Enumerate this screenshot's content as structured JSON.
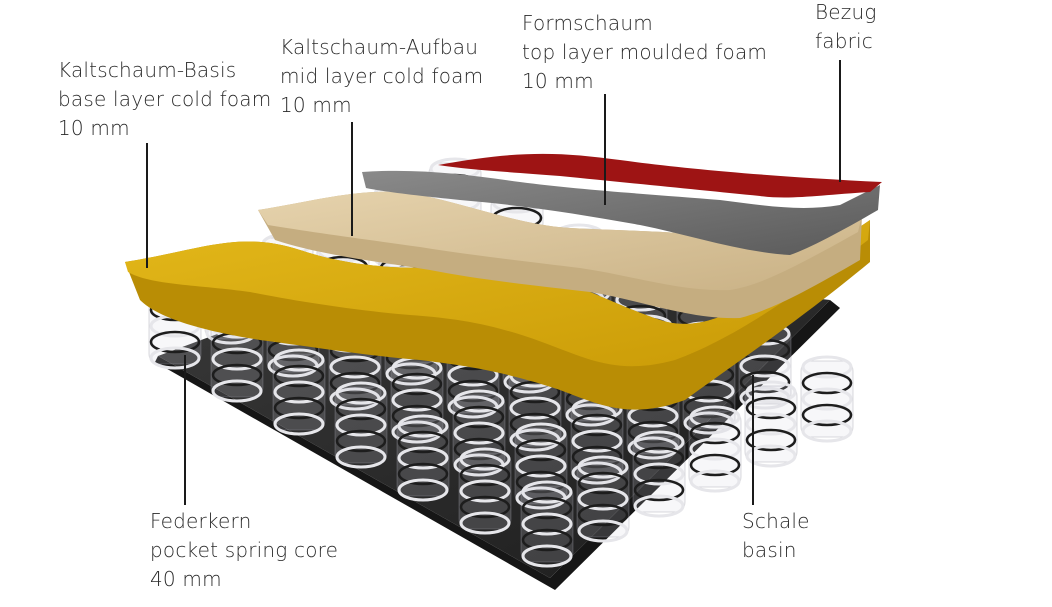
{
  "labels": {
    "kaltschaum_basis": {
      "line1": "Kaltschaum-Basis",
      "line2": "base layer cold foam",
      "line3": "10 mm"
    },
    "kaltschaum_aufbau": {
      "line1": "Kaltschaum-Aufbau",
      "line2": "mid layer cold foam",
      "line3": "10 mm"
    },
    "formschaum": {
      "line1": "Formschaum",
      "line2": "top layer moulded foam",
      "line3": "10 mm"
    },
    "bezug": {
      "line1": "Bezug",
      "line2": "fabric"
    },
    "federkern": {
      "line1": "Federkern",
      "line2": "pocket spring core",
      "line3": "40 mm"
    },
    "schale": {
      "line1": "Schale",
      "line2": "basin"
    }
  },
  "colors": {
    "fabric": "#9e1414",
    "moulded_foam": "#6f6f6f",
    "mid_foam": "#d9c39a",
    "base_foam": "#d7a90e",
    "basin": "#2b2b2b",
    "spring": "#e6e6ea"
  }
}
